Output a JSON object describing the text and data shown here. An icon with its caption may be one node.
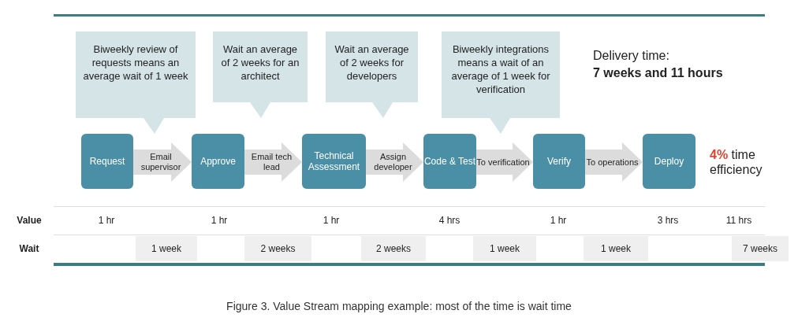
{
  "diagram": {
    "caption": "Figure 3. Value Stream mapping example: most of the time is wait time",
    "nodes": [
      {
        "text": [
          "Biweekly review of requests means an average wait of 1 week"
        ]
      },
      {
        "text": [
          "Wait an average of 2 weeks for an architect"
        ]
      },
      {
        "text": [
          "Wait an average of 2 weeks for developers"
        ]
      },
      {
        "text": [
          "Biweekly integrations means a wait of an average of 1 week for verification"
        ]
      },
      {
        "text": [
          "Request"
        ]
      },
      {
        "text": [
          "Approve"
        ]
      },
      {
        "text": [
          "Technical Assessment"
        ]
      },
      {
        "text": [
          "Code & Test"
        ]
      },
      {
        "text": [
          "Verify"
        ]
      },
      {
        "text": [
          "Deploy"
        ]
      }
    ],
    "edges": [
      {
        "from": 4,
        "to": 5,
        "arrow": "to",
        "label": "Email supervisor"
      },
      {
        "from": 5,
        "to": 6,
        "arrow": "to",
        "label": "Email tech lead"
      },
      {
        "from": 6,
        "to": 7,
        "arrow": "to",
        "label": "Assign developer"
      },
      {
        "from": 7,
        "to": 8,
        "arrow": "to",
        "label": "To verification"
      },
      {
        "from": 8,
        "to": 9,
        "arrow": "to",
        "label": "To operations"
      }
    ],
    "labels": [
      "Delivery time:",
      "7 weeks and 11 hours",
      "4% time efficiency",
      "Value",
      "1 hr",
      "1 hr",
      "1 hr",
      "4 hrs",
      "1 hr",
      "3 hrs",
      "11 hrs",
      "Wait",
      "1 week",
      "2 weeks",
      "2 weeks",
      "1 week",
      "1 week",
      "7 weeks"
    ]
  }
}
